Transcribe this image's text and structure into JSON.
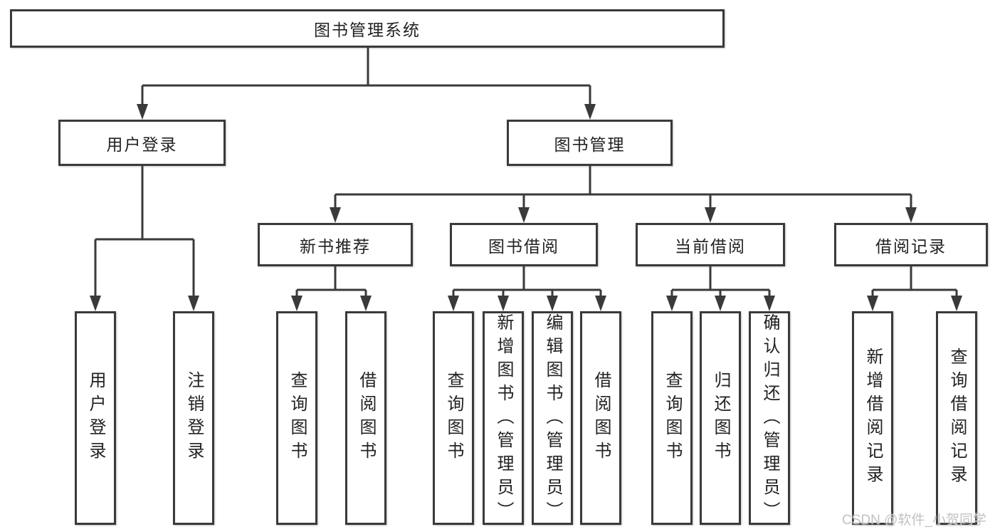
{
  "tree": {
    "label": "图书管理系统",
    "children": [
      {
        "label": "用户登录",
        "children": [
          {
            "label": "用户登录"
          },
          {
            "label": "注销登录"
          }
        ]
      },
      {
        "label": "图书管理",
        "children": [
          {
            "label": "新书推荐",
            "children": [
              {
                "label": "查询图书"
              },
              {
                "label": "借阅图书"
              }
            ]
          },
          {
            "label": "图书借阅",
            "children": [
              {
                "label": "查询图书"
              },
              {
                "label": "新增图书（管理员）"
              },
              {
                "label": "编辑图书（管理员）"
              },
              {
                "label": "借阅图书"
              }
            ]
          },
          {
            "label": "当前借阅",
            "children": [
              {
                "label": "查询图书"
              },
              {
                "label": "归还图书"
              },
              {
                "label": "确认归还（管理员）"
              }
            ]
          },
          {
            "label": "借阅记录",
            "children": [
              {
                "label": "新增借阅记录"
              },
              {
                "label": "查询借阅记录"
              }
            ]
          }
        ]
      }
    ]
  },
  "watermark": "CSDN @软件_小贺同学",
  "colors": {
    "line": "#3a3a3a",
    "box_border": "#3a3a3a",
    "box_fill": "#ffffff",
    "text": "#222222",
    "watermark": "#c2c2c2",
    "background": "#ffffff"
  }
}
